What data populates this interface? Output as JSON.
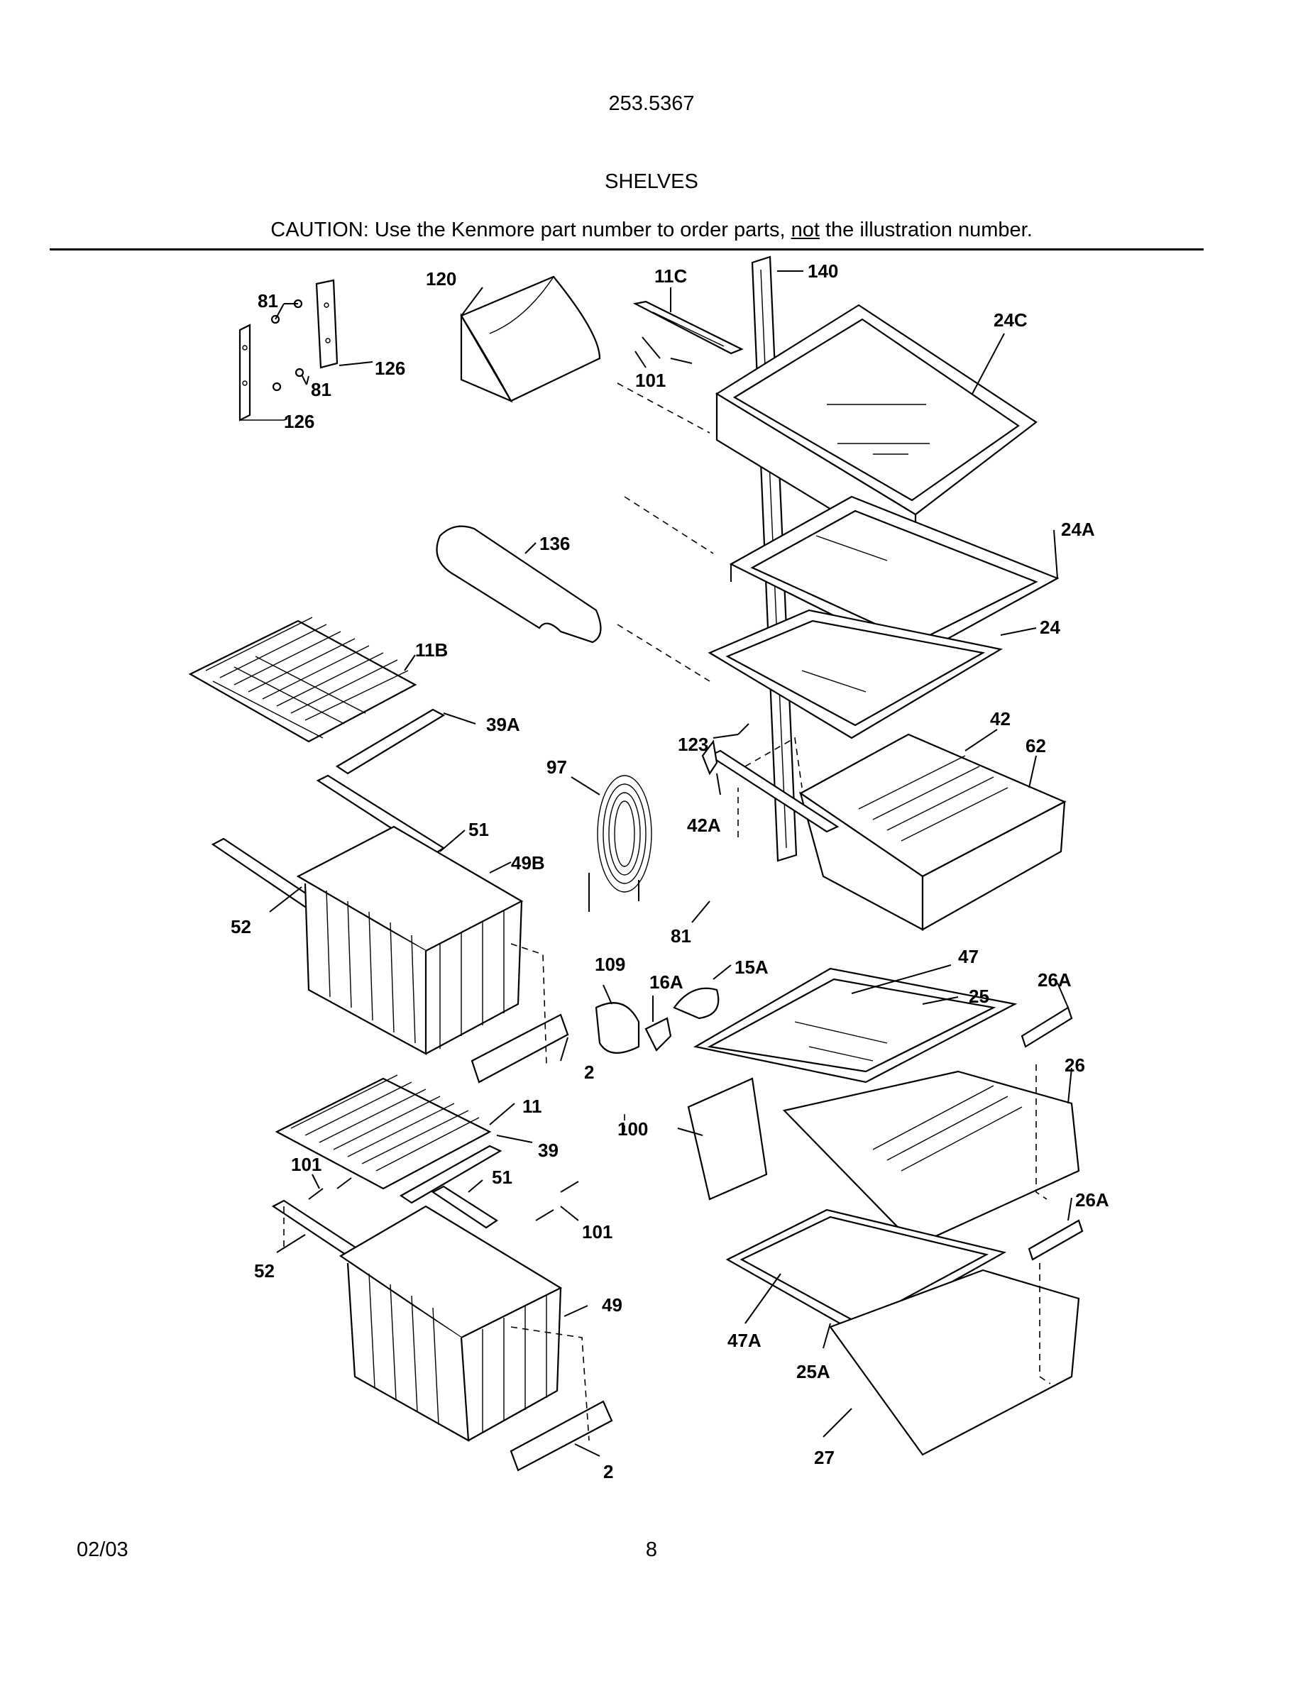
{
  "header": {
    "model_number": "253.5367",
    "section_title": "SHELVES",
    "caution_prefix": "CAUTION: Use the Kenmore part number to order parts, ",
    "caution_underlined": "not",
    "caution_suffix": " the illustration number."
  },
  "callouts": {
    "c81_top": "81",
    "c120": "120",
    "c11c": "11C",
    "c140": "140",
    "c24c": "24C",
    "c126_top": "126",
    "c81_mid": "81",
    "c126_bot": "126",
    "c101_top": "101",
    "c136": "136",
    "c24a": "24A",
    "c24": "24",
    "c11b": "11B",
    "c39a": "39A",
    "c42": "42",
    "c62": "62",
    "c123": "123",
    "c97": "97",
    "c42a": "42A",
    "c51_top": "51",
    "c49b": "49B",
    "c52_top": "52",
    "c81_bot": "81",
    "c109": "109",
    "c16a": "16A",
    "c15a": "15A",
    "c47": "47",
    "c25": "25",
    "c26a_top": "26A",
    "c26": "26",
    "c2_top": "2",
    "c11": "11",
    "c100": "100",
    "c39": "39",
    "c101_mid": "101",
    "c51_bot": "51",
    "c101_bot": "101",
    "c26a_bot": "26A",
    "c52_bot": "52",
    "c49": "49",
    "c47a": "47A",
    "c25a": "25A",
    "c27": "27",
    "c2_bot": "2"
  },
  "footer": {
    "date": "02/03",
    "page_number": "8"
  }
}
